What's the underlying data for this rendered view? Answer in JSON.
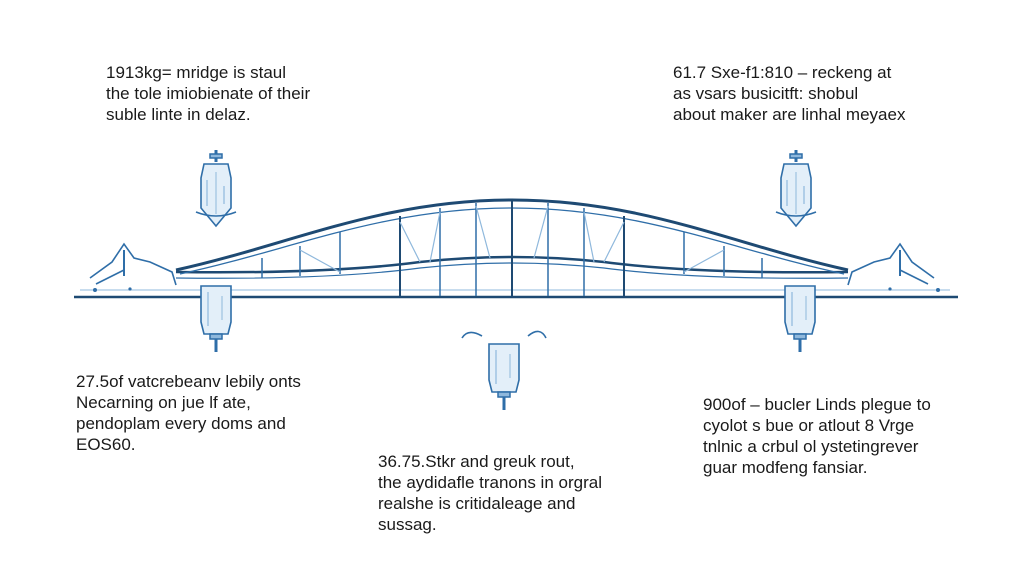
{
  "annotations": {
    "top_left": {
      "lead": "1913",
      "lines": [
        "1913kg= mridge is staul",
        "the tole imiobienate of their",
        "suble linte in delaz."
      ]
    },
    "top_right": {
      "lines": [
        "61.7 Sxe-f1:810 – reckeng at",
        "as vsars busicitft: shobul",
        "about maker are linhal meyaex"
      ]
    },
    "middle_left": {
      "lines": [
        "27.5of vatcrebeanv lebily onts",
        "Necarning on jue lf ate,",
        "pendoplam every doms and",
        "EOS60."
      ]
    },
    "middle_right": {
      "lines": [
        "900of – bucler Linds plegue to",
        "cyolot s bue or atlout 8 Vrge",
        "tnlnic a crbul ol ystetingrever",
        "guar modfeng fansiar."
      ]
    },
    "bottom_center": {
      "lines": [
        "36.75.Stkr and greuk rout,",
        "the aydidafle tranons in orgral",
        "realshe is critidaleage and",
        "sussag."
      ]
    }
  },
  "colors": {
    "line_dark": "#1e4a73",
    "line_mid": "#2f6ea8",
    "line_light": "#8fb8dc",
    "fill_light": "#e3eff9"
  }
}
